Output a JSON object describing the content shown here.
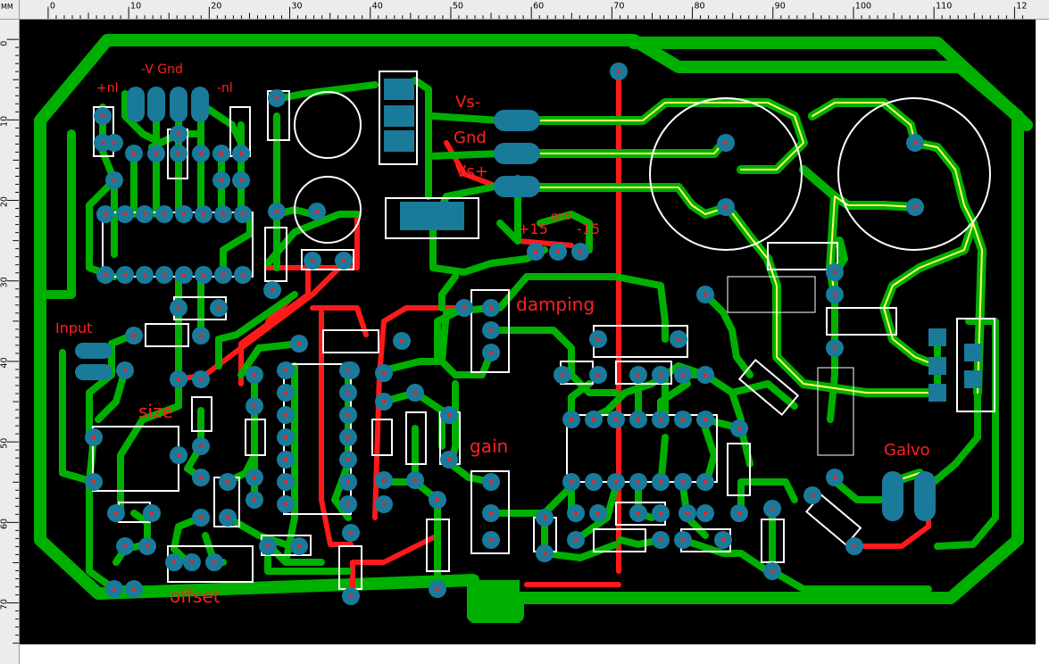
{
  "ruler": {
    "unit": "MM",
    "x_ticks": [
      "0",
      "10",
      "20",
      "30",
      "40",
      "50",
      "60",
      "70",
      "80",
      "90",
      "100",
      "110",
      "12"
    ],
    "y_ticks": [
      "0",
      "10",
      "20",
      "30",
      "40",
      "50",
      "60",
      "70"
    ]
  },
  "labels": {
    "plus_nl": "+nl",
    "minus_v_gnd": "-V  Gnd",
    "minus_nl": "-nl",
    "vs_minus": "Vs-",
    "gnd": "Gnd",
    "vs_plus": "Vs+",
    "plus15": "+15",
    "gnd_small": "gnd",
    "minus15": "-15",
    "damping": "damping",
    "input": "Input",
    "size": "size",
    "gain": "gain",
    "galvo": "Galvo",
    "offset": "offset"
  },
  "colors": {
    "board": "#000000",
    "top_trace": "#00b000",
    "bottom_trace": "#ff1a1a",
    "pad": "#1a7a9a",
    "silkscreen": "#ffffff",
    "highlight_trace": "#ffff66",
    "label": "#ff2020"
  }
}
